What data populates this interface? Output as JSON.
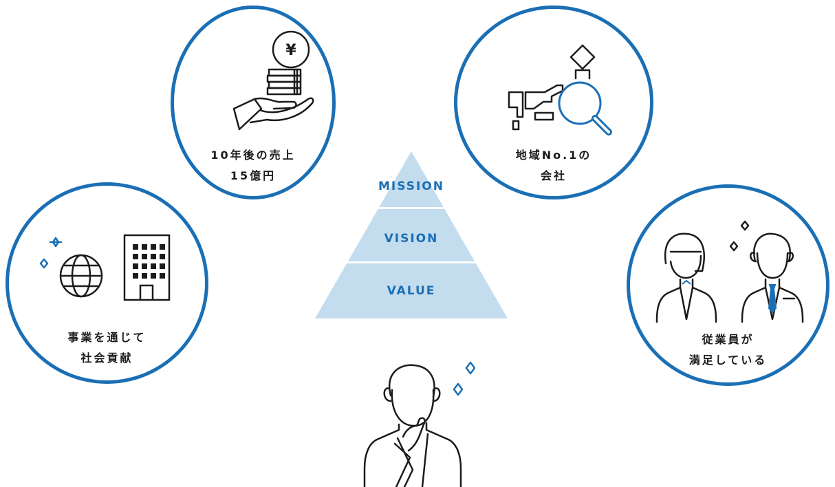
{
  "circles": {
    "sales": {
      "line1": "10年後の売上",
      "line2": "15億円",
      "yen_symbol": "¥",
      "icon": "yen-coin-hand-icon"
    },
    "region": {
      "line1": "地域No.1の",
      "line2": "会社",
      "icon": "map-magnifier-icon"
    },
    "social": {
      "line1": "事業を通じて",
      "line2": "社会貢献",
      "icon": "globe-building-icon"
    },
    "employees": {
      "line1": "従業員が",
      "line2": "満足している",
      "icon": "employees-icon"
    }
  },
  "pyramid": {
    "top": "MISSION",
    "middle": "VISION",
    "bottom": "VALUE"
  },
  "colors": {
    "accent": "#1a6fb5",
    "pyramid_fill": "#c3dcee",
    "pyramid_text": "#1a6fb5",
    "line": "#1b1b1b"
  },
  "thinker": {
    "icon": "thinking-person-icon"
  }
}
